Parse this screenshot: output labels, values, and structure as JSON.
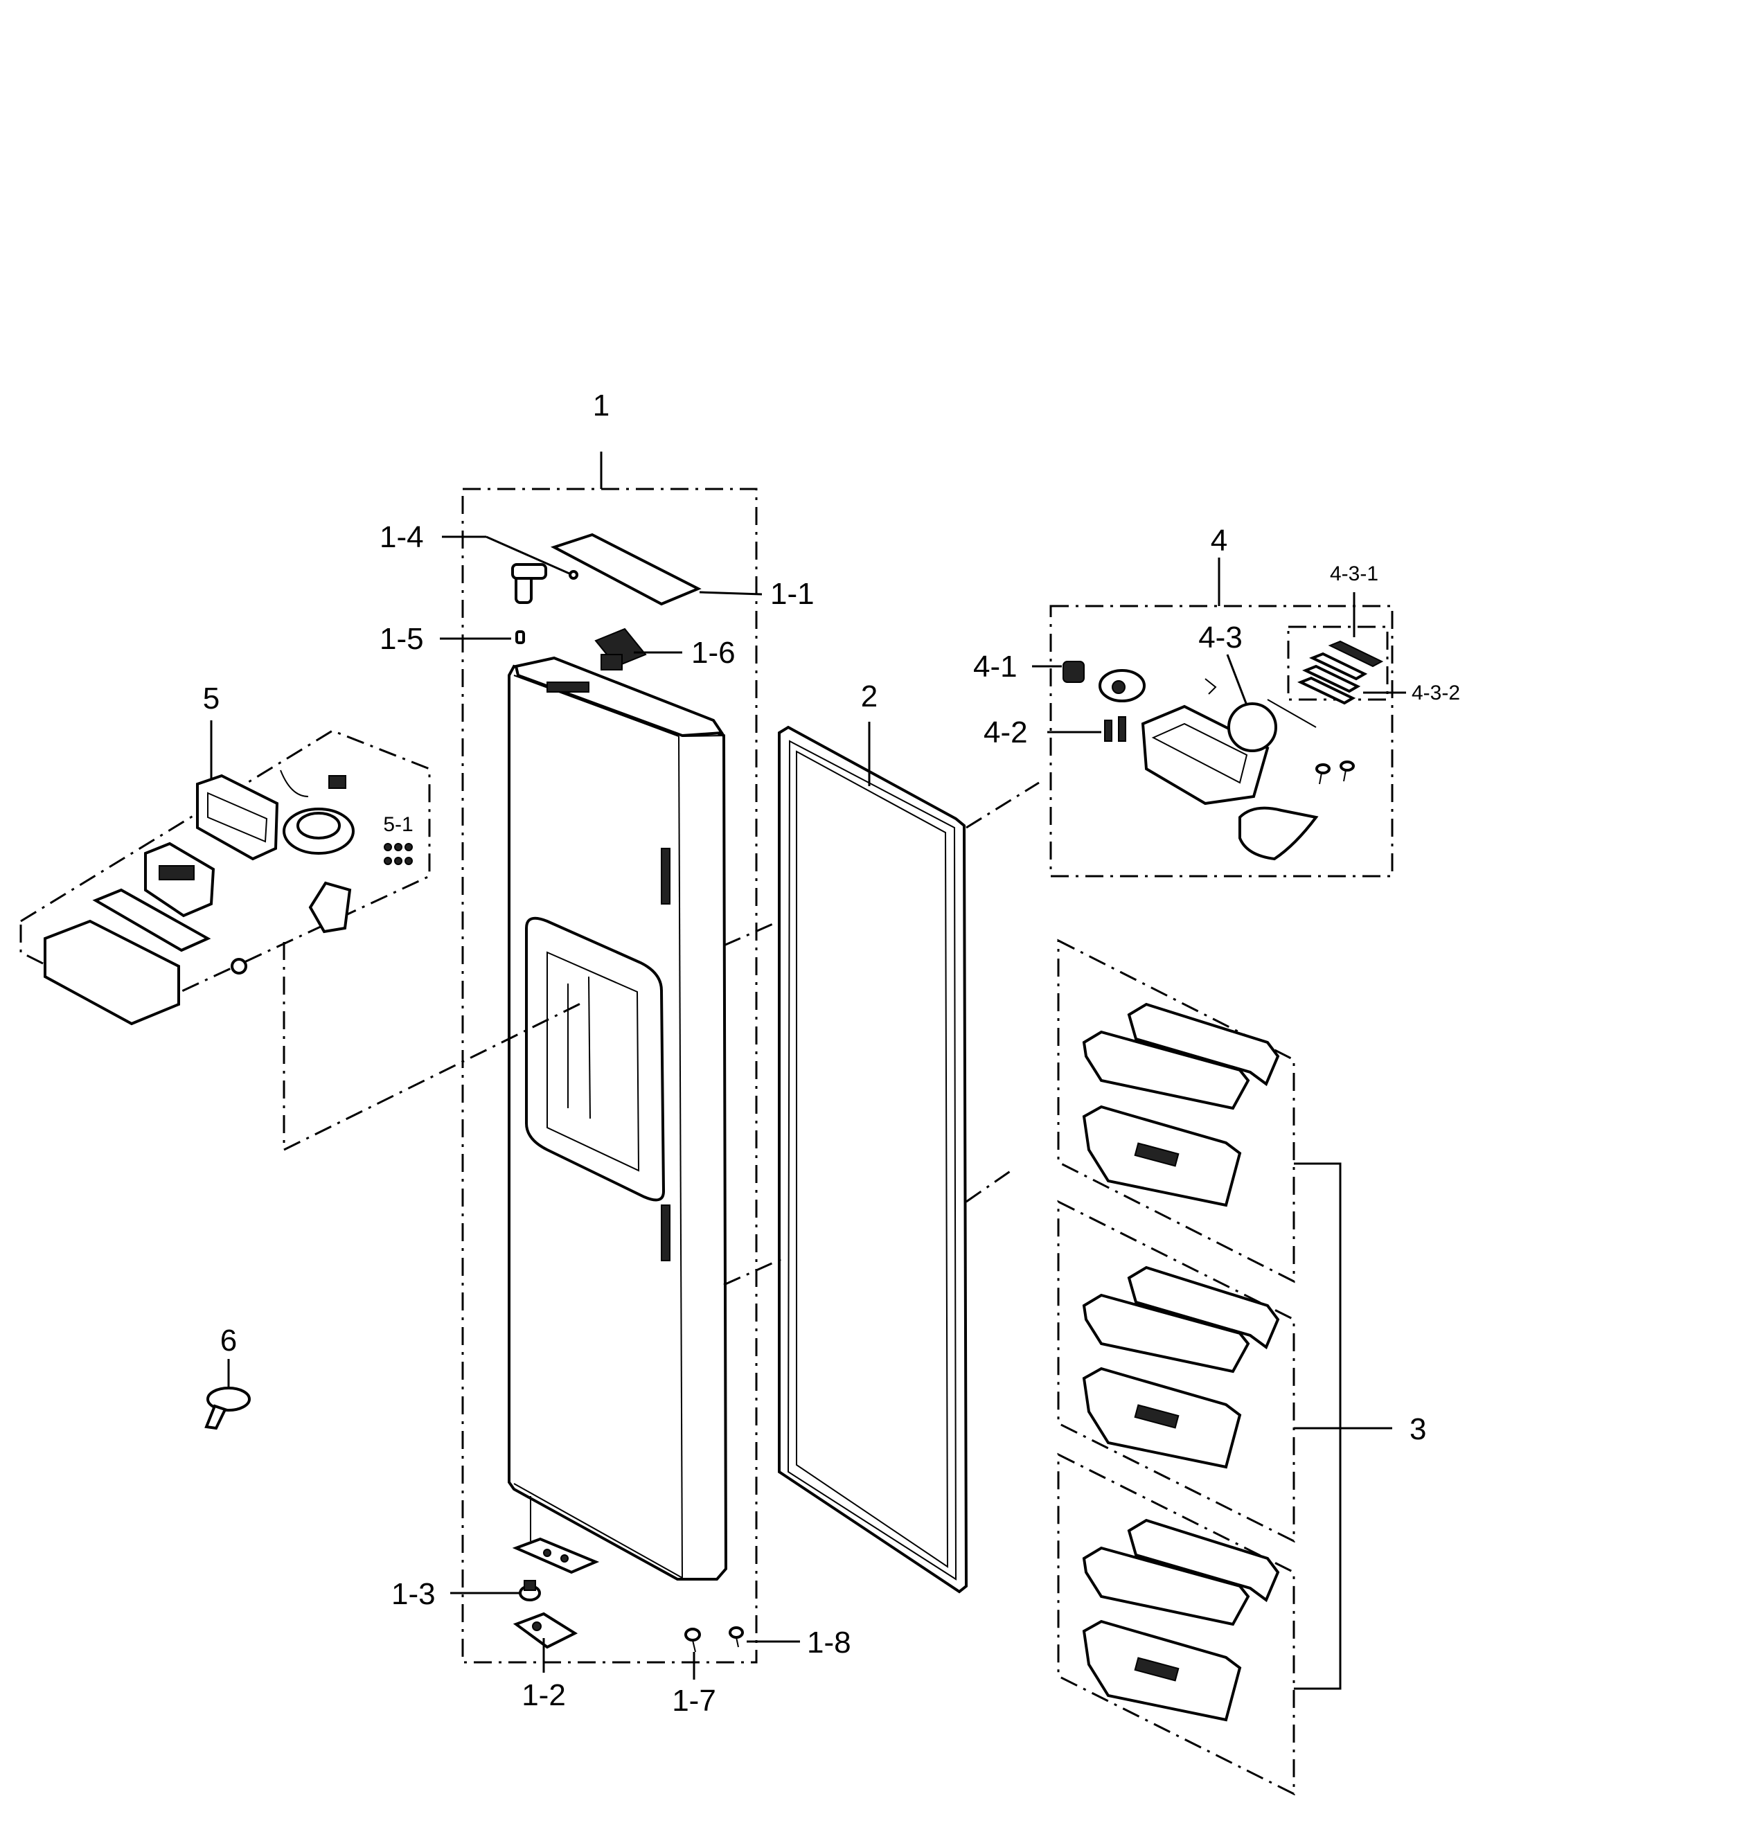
{
  "labels": {
    "l1": "1",
    "l1_1": "1-1",
    "l1_2": "1-2",
    "l1_3": "1-3",
    "l1_4": "1-4",
    "l1_5": "1-5",
    "l1_6": "1-6",
    "l1_7": "1-7",
    "l1_8": "1-8",
    "l2": "2",
    "l3": "3",
    "l4": "4",
    "l4_1": "4-1",
    "l4_2": "4-2",
    "l4_3": "4-3",
    "l4_3_1": "4-3-1",
    "l4_3_2": "4-3-2",
    "l5": "5",
    "l5_1": "5-1",
    "l6": "6"
  }
}
